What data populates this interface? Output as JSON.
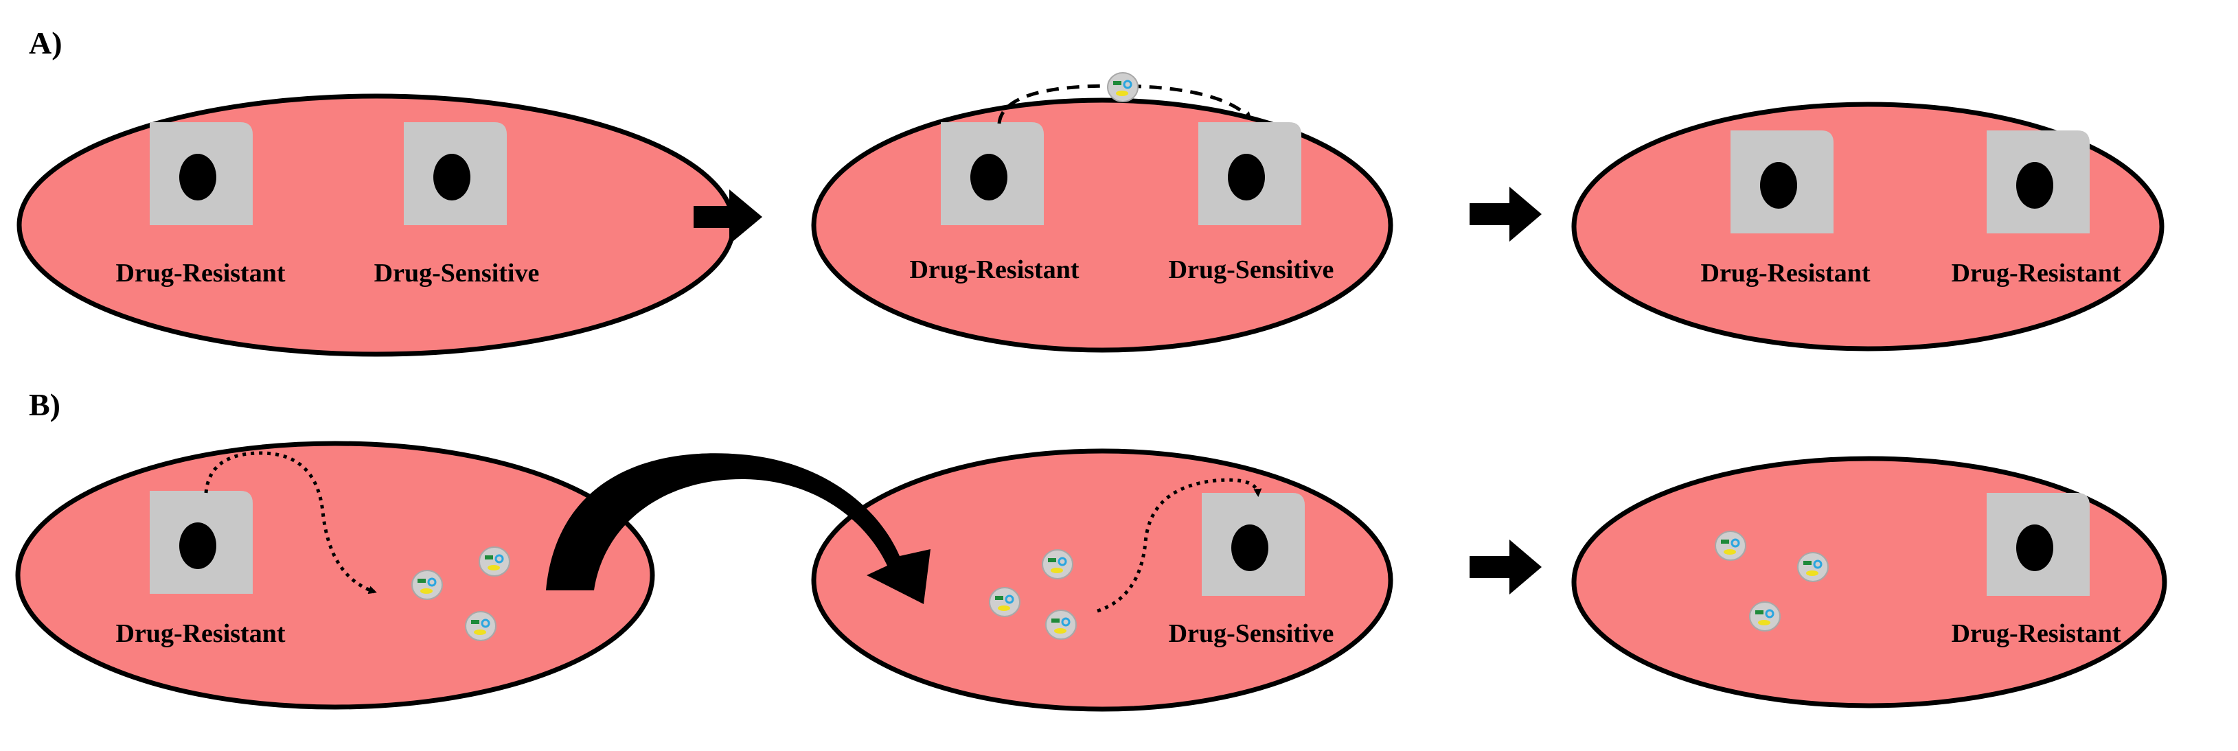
{
  "panels": {
    "a": {
      "label": "A)",
      "stage1": {
        "left_cell_label": "Drug-Resistant",
        "right_cell_label": "Drug-Sensitive"
      },
      "stage2": {
        "left_cell_label": "Drug-Resistant",
        "right_cell_label": "Drug-Sensitive"
      },
      "stage3": {
        "left_cell_label": "Drug-Resistant",
        "right_cell_label": "Drug-Resistant"
      }
    },
    "b": {
      "label": "B)",
      "stage1": {
        "cell_label": "Drug-Resistant"
      },
      "stage2": {
        "cell_label": "Drug-Sensitive"
      },
      "stage3": {
        "cell_label": "Drug-Resistant"
      }
    }
  },
  "colors": {
    "compartment_fill": "#f98080",
    "compartment_stroke": "#000000",
    "cell_fill": "#c8c8c8",
    "nucleus": "#000000",
    "vesicle_fill": "#cfcfcf",
    "vesicle_green": "#1f8a3a",
    "vesicle_blue": "#2aa6e0",
    "vesicle_yellow": "#f0e020"
  },
  "icons": {
    "transfer_vesicle": "extracellular-vesicle-icon",
    "step_arrow": "right-arrow-icon",
    "transport_arrow": "curved-arrow-icon"
  }
}
